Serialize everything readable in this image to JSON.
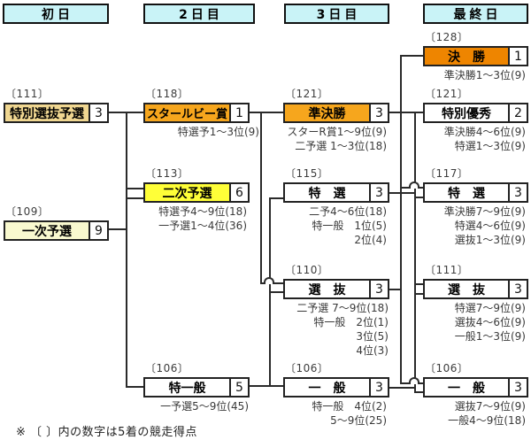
{
  "headers": [
    {
      "label": "初日"
    },
    {
      "label": "2日目"
    },
    {
      "label": "3日目"
    },
    {
      "label": "最終日"
    }
  ],
  "boxes": [
    {
      "id": "tokubetsu-senbatsu-yosen",
      "label": "特別選抜予選",
      "races": "3",
      "points": "〔111〕",
      "fill": "tan",
      "feeders": []
    },
    {
      "id": "ichiji-yosen",
      "label": "一次予選",
      "races": "9",
      "points": "〔109〕",
      "fill": "pale_yellow",
      "feeders": []
    },
    {
      "id": "star-ruby-sho",
      "label": "スタールビー賞",
      "races": "1",
      "points": "〔118〕",
      "fill": "gold",
      "feeders": [
        "特選予1〜3位(9)"
      ]
    },
    {
      "id": "niji-yosen",
      "label": "二次予選",
      "races": "6",
      "points": "〔113〕",
      "fill": "yellow",
      "feeders": [
        "特選予4〜9位(18)",
        "一予選1〜4位(36)"
      ]
    },
    {
      "id": "toku-ippan",
      "label": "特一般",
      "races": "5",
      "points": "〔106〕",
      "fill": "white",
      "feeders": [
        "一予選5〜9位(45)"
      ]
    },
    {
      "id": "junkessho",
      "label": "準決勝",
      "races": "3",
      "points": "〔121〕",
      "fill": "gold",
      "feeders": [
        "スターR賞1〜9位(9)",
        "二予選 1〜3位(18)"
      ]
    },
    {
      "id": "tokusen-day3",
      "label": "特　選",
      "races": "3",
      "points": "〔115〕",
      "fill": "white",
      "feeders": [
        "二予4〜6位(18)",
        "特一般　1位(5)",
        "2位(4)"
      ]
    },
    {
      "id": "senbatsu-day3",
      "label": "選　抜",
      "races": "3",
      "points": "〔110〕",
      "fill": "white",
      "feeders": [
        "二予選 7〜9位(18)",
        "特一般　2位(1)",
        "3位(5)",
        "4位(3)"
      ]
    },
    {
      "id": "ippan-day3",
      "label": "一　般",
      "races": "3",
      "points": "〔106〕",
      "fill": "white",
      "feeders": [
        "特一般　4位(2)",
        "5〜9位(25)"
      ]
    },
    {
      "id": "kessho",
      "label": "決　勝",
      "races": "1",
      "points": "〔128〕",
      "fill": "deep_orange",
      "feeders": [
        "準決勝1〜3位(9)"
      ]
    },
    {
      "id": "tokubetsu-yushu",
      "label": "特別優秀",
      "races": "2",
      "points": "〔121〕",
      "fill": "white",
      "feeders": [
        "準決勝4〜6位(9)",
        "特選1〜3位(9)"
      ]
    },
    {
      "id": "tokusen-final",
      "label": "特　選",
      "races": "3",
      "points": "〔117〕",
      "fill": "white",
      "feeders": [
        "準決勝7〜9位(9)",
        "特選4〜6位(9)",
        "選抜1〜3位(9)"
      ]
    },
    {
      "id": "senbatsu-final",
      "label": "選　抜",
      "races": "3",
      "points": "〔111〕",
      "fill": "white",
      "feeders": [
        "特選7〜9位(9)",
        "選抜4〜6位(9)",
        "一般1〜3位(9)"
      ]
    },
    {
      "id": "ippan-final",
      "label": "一　般",
      "races": "3",
      "points": "〔106〕",
      "fill": "white",
      "feeders": [
        "選抜7〜9位(9)",
        "一般4〜9位(18)"
      ]
    }
  ],
  "footnote": "※ 〔 〕内の数字は5着の競走得点",
  "colors": {
    "header_fill": "#c9f3f7",
    "gold": "#f6a61d",
    "deep_orange": "#ee8500",
    "yellow": "#ffff38",
    "tan": "#f0d791",
    "pale_yellow": "#f9f9cf",
    "white": "#ffffff",
    "line": "#2a2a2a"
  }
}
